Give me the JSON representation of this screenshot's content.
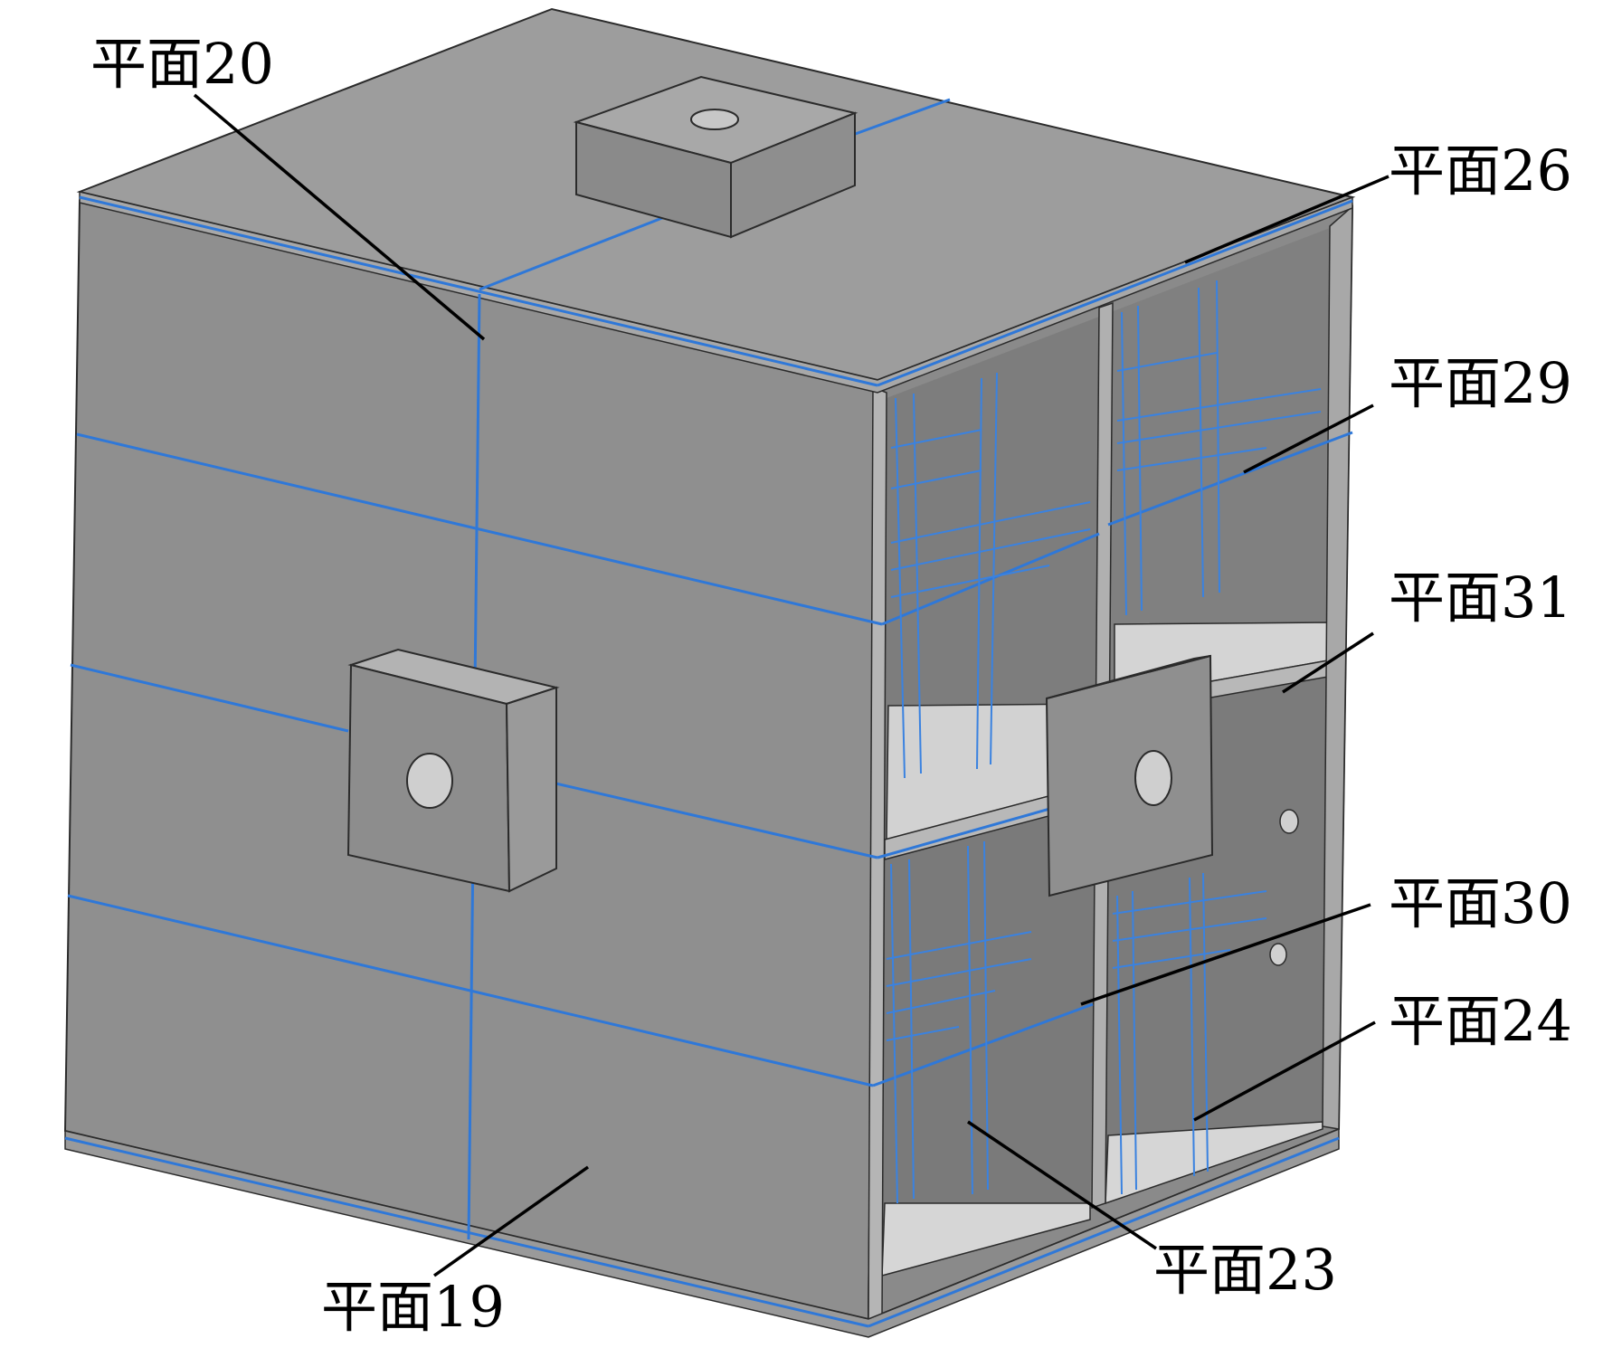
{
  "colors": {
    "body_fill": "#8f8f8f",
    "top_fill": "#9c9c9c",
    "right_fill": "#979797",
    "interior_dark": "#6f6f6f",
    "interior_light": "#c9c9c9",
    "floor_fill": "#d6d6d6",
    "edge_line": "#2b2b2b",
    "wire_blue": "#2f78d8",
    "leader_line": "#000000",
    "label_text": "#000000"
  },
  "labels": {
    "p20": "平面20",
    "p26": "平面26",
    "p29": "平面29",
    "p31": "平面31",
    "p30": "平面30",
    "p24": "平面24",
    "p23": "平面23",
    "p19": "平面19"
  }
}
